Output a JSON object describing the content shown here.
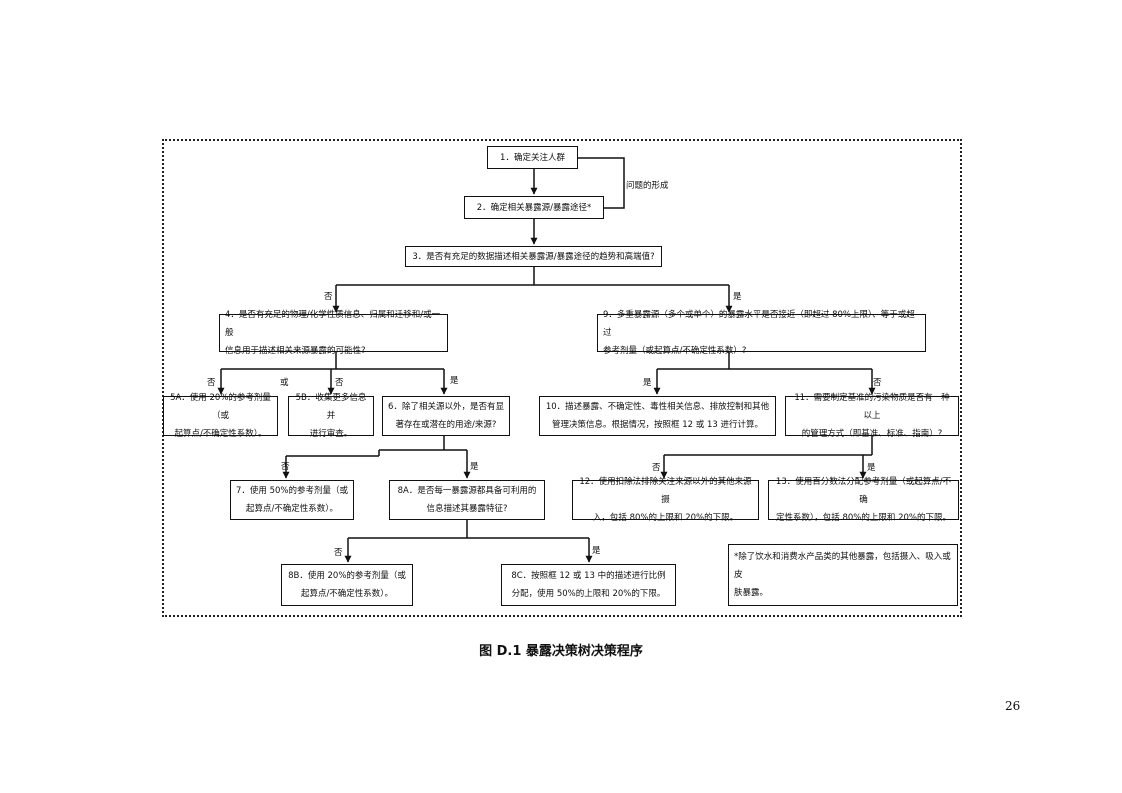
{
  "nodes": {
    "n1": "1．确定关注人群",
    "n2": "2．确定相关暴露源/暴露途径*",
    "n3": "3．是否有充足的数据描述相关暴露源/暴露途径的趋势和高端值?",
    "n4": "4．是否有充足的物理/化学性质信息、归属和迁移和/或一般\n信息用于描述相关来源暴露的可能性?",
    "n9": "9．多重暴露源（多个或单个）的暴露水平是否接近（即超过 80%上限）、等于或超过\n参考剂量（或起算点/不确定性系数）?",
    "n5a": "5A．使用 20%的参考剂量（或\n起算点/不确定性系数）。",
    "n5b": "5B．收集更多信息并\n进行审查。",
    "n6": "6．除了相关源以外，是否有显\n著存在或潜在的用途/来源?",
    "n10": "10．描述暴露、不确定性、毒性相关信息、排放控制和其他\n管理决策信息。根据情况，按照框 12 或 13 进行计算。",
    "n11": "11．需要制定基准的污染物质是否有一种以上\n的管理方式（即基准、标准、指南）?",
    "n7": "7．使用 50%的参考剂量（或\n起算点/不确定性系数）。",
    "n8a": "8A．是否每一暴露源都具备可利用的\n信息描述其暴露特征?",
    "n12": "12．使用扣除法排除关注来源以外的其他来源摄\n入，包括 80%的上限和 20%的下限。",
    "n13": "13．使用百分数法分配参考剂量（或起算点/不确\n定性系数），包括 80%的上限和 20%的下限。",
    "n8b": "8B．使用 20%的参考剂量（或\n起算点/不确定性系数）。",
    "n8c": "8C．按照框 12 或 13 中的描述进行比例\n分配，使用 50%的上限和 20%的下限。",
    "note": "*除了饮水和消费水产品类的其他暴露，包括摄入、吸入或皮\n肤暴露。"
  },
  "labels": {
    "problem_formulation": "问题的形成",
    "n3_no": "否",
    "n3_yes": "是",
    "n4_no": "否",
    "n4_or": "或",
    "n4_no2": "否",
    "n4_yes": "是",
    "n9_yes": "是",
    "n9_no": "否",
    "n6_no": "否",
    "n6_yes": "是",
    "n11_no": "否",
    "n11_yes": "是",
    "n8a_no": "否",
    "n8a_yes": "是"
  },
  "caption": "图 D.1  暴露决策树决策程序",
  "page_number": "26"
}
